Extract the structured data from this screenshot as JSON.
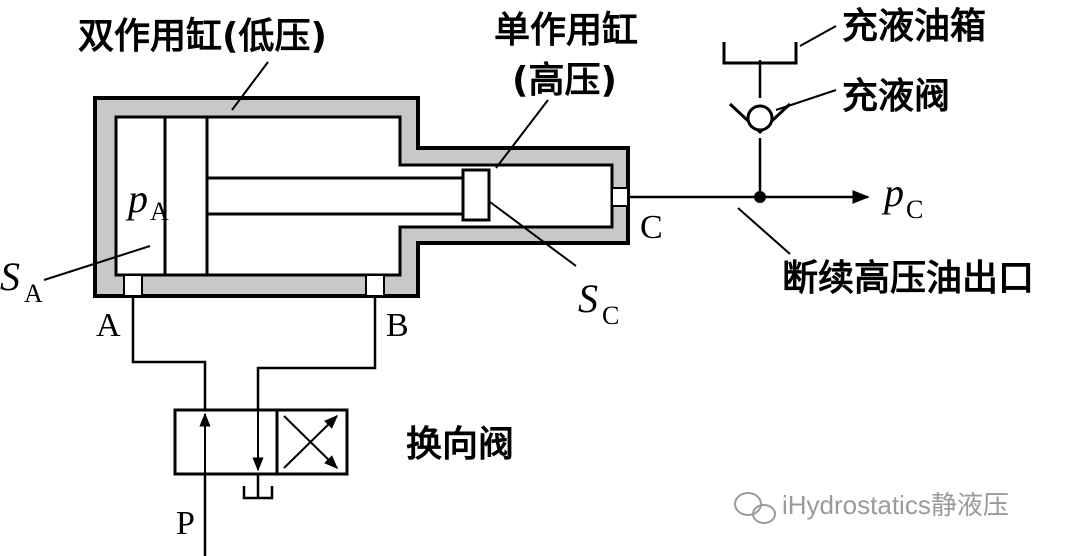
{
  "labels": {
    "double_cylinder": "双作用缸(低压)",
    "single_cylinder_line1": "单作用缸",
    "single_cylinder_line2": "(高压)",
    "fill_tank": "充液油箱",
    "fill_valve": "充液阀",
    "outlet": "断续高压油出口",
    "directional_valve": "换向阀"
  },
  "symbols": {
    "pA_main": "p",
    "pA_sub": "A",
    "SA_main": "S",
    "SA_sub": "A",
    "SC_main": "S",
    "SC_sub": "C",
    "pC_main": "p",
    "pC_sub": "C"
  },
  "ports": {
    "A": "A",
    "B": "B",
    "C": "C",
    "P": "P"
  },
  "watermark": "iHydrostatics静液压"
}
